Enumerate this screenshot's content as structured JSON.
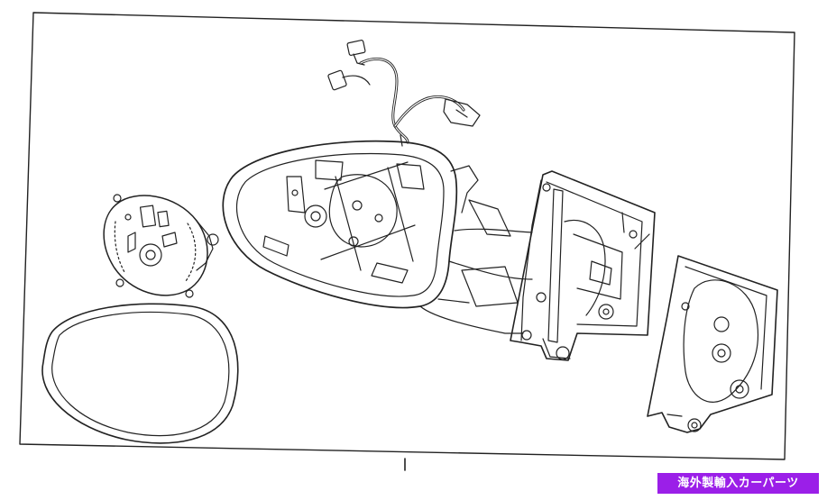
{
  "badge": {
    "text": "海外製輸入カーパーツ",
    "background": "#9b1fe8",
    "color": "#ffffff"
  },
  "diagram": {
    "line_color": "#222222",
    "fill_color": "#ffffff",
    "parts": [
      "mirror-glass",
      "actuator-motor",
      "mirror-housing",
      "wiring-harness",
      "mounting-base",
      "base-cover"
    ]
  }
}
